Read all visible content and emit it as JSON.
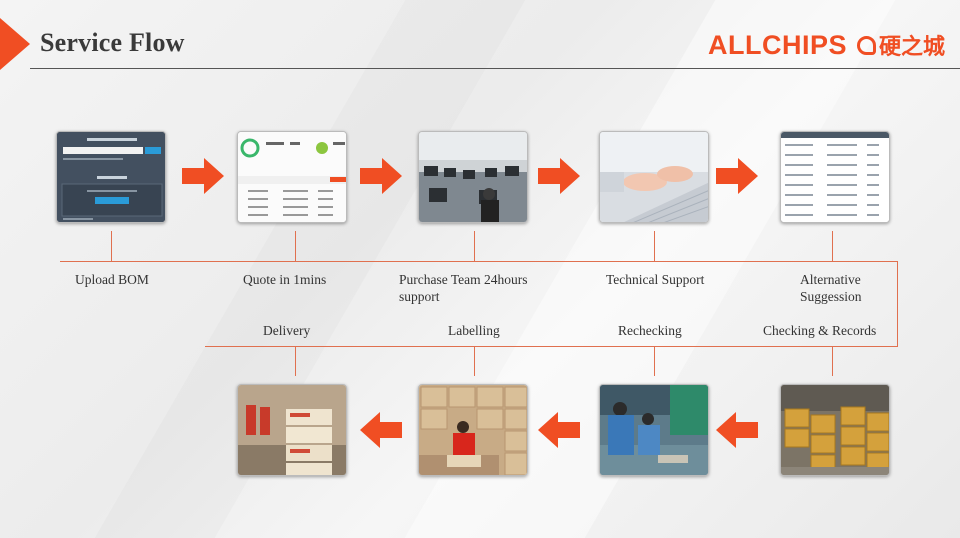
{
  "slide": {
    "title": "Service Flow",
    "logo_en": "ALLCHIPS",
    "logo_cn": "硬之城"
  },
  "top_row": [
    {
      "label": "Upload BOM",
      "image": "bom-upload-screenshot"
    },
    {
      "label": "Quote in 1mins",
      "image": "quote-dashboard-screenshot"
    },
    {
      "label": "Purchase Team 24hours support",
      "image": "office-team-photo"
    },
    {
      "label": "Technical Support",
      "image": "typing-hands-photo"
    },
    {
      "label": "Alternative Suggession",
      "image": "alternative-list-screenshot"
    }
  ],
  "bottom_row": [
    {
      "label": "Delivery",
      "image": "delivery-boxes-photo"
    },
    {
      "label": "Labelling",
      "image": "labelling-worker-photo"
    },
    {
      "label": "Rechecking",
      "image": "rechecking-workers-photo"
    },
    {
      "label": "Checking & Records",
      "image": "warehouse-boxes-photo"
    }
  ],
  "colors": {
    "accent": "#f04e23",
    "line": "#e0704f"
  }
}
